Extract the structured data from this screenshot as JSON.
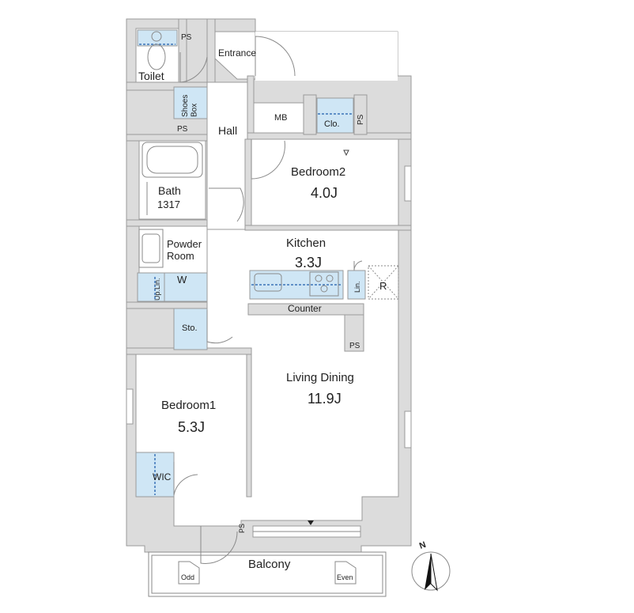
{
  "rooms": {
    "toilet": "Toilet",
    "ps_toilet": "PS",
    "entrance": "Entrance",
    "shoes_box": "Shoes Box",
    "ps_shoes": "PS",
    "hall": "Hall",
    "mb": "MB",
    "closet": "Clo.",
    "ps_closet": "PS",
    "bedroom2_name": "Bedroom2",
    "bedroom2_size": "4.0J",
    "bath_name": "Bath",
    "bath_size": "1317",
    "powder_room": "Powder Room",
    "washer": "W",
    "up_lin": "Up.Lin.",
    "kitchen_name": "Kitchen",
    "kitchen_size": "3.3J",
    "linen": "Lin.",
    "refrigerator": "R",
    "counter": "Counter",
    "storage": "Sto.",
    "ps_kitchen": "PS",
    "living_name": "Living Dining",
    "living_size": "11.9J",
    "bedroom1_name": "Bedroom1",
    "bedroom1_size": "5.3J",
    "wic": "WIC",
    "ps_balcony": "PS",
    "balcony": "Balcony",
    "odd": "Odd",
    "even": "Even",
    "north": "N"
  }
}
